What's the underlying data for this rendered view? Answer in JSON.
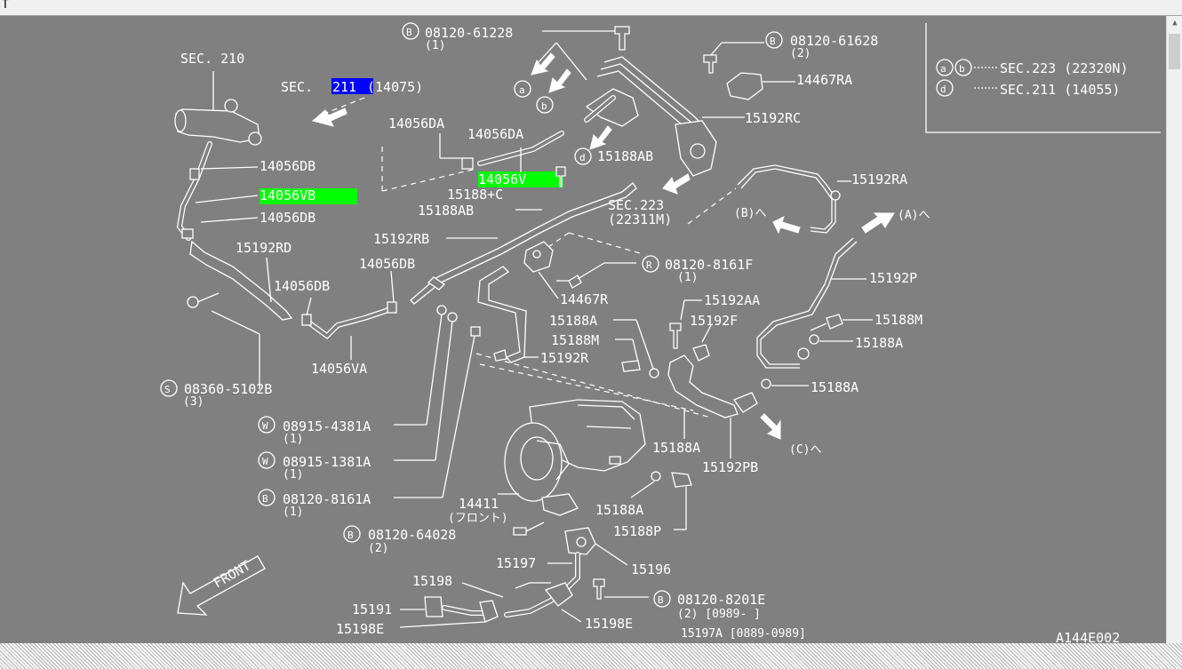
{
  "window": {
    "corner_glyph": "T"
  },
  "diagram": {
    "figure_code": "A144E002",
    "front_label": "FRONT",
    "legend": [
      {
        "symbols": "ⓐⓑ",
        "text": "SEC.223 (22320N)"
      },
      {
        "symbols": "ⓓ",
        "text": "SEC.211 (14055)"
      }
    ],
    "sections": {
      "sec210": "SEC. 210",
      "sec211_prefix": "SEC.",
      "sec211_highlight": "211",
      "sec211_suffix": "(14075)",
      "sec223": "SEC.223",
      "sec223_code": "(22311M)"
    },
    "highlights": {
      "part_14056VB": "14056VB",
      "part_14056V": "14056V"
    },
    "markers": {
      "B": "B",
      "R": "R",
      "S": "S",
      "W": "W",
      "a": "a",
      "b": "b",
      "d": "d",
      "A_to": "(A)へ",
      "B_from": "(B)へ",
      "C_to": "(C)へ"
    },
    "labels": {
      "p_08120_61228": "08120-61228",
      "q_08120_61228": "(1)",
      "p_08120_61628": "08120-61628",
      "q_08120_61628": "(2)",
      "p_14467RA": "14467RA",
      "p_15192RC": "15192RC",
      "p_14056DA_1": "14056DA",
      "p_14056DA_2": "14056DA",
      "p_14056DB_1": "14056DB",
      "p_14056DB_2": "14056DB",
      "p_14056DB_3": "14056DB",
      "p_14056DB_4": "14056DB",
      "p_15188AB_1": "15188AB",
      "p_15188AB_2": "15188AB",
      "p_15188C": "15188+C",
      "p_15192RA": "15192RA",
      "p_15192RB": "15192RB",
      "p_15192RD": "15192RD",
      "p_08120_8161F": "08120-8161F",
      "q_08120_8161F": "(1)",
      "p_14467R": "14467R",
      "p_15192P": "15192P",
      "p_15192AA": "15192AA",
      "p_15192F": "15192F",
      "p_15188M_1": "15188M",
      "p_15188M_2": "15188M",
      "p_15188A_1": "15188A",
      "p_15188A_2": "15188A",
      "p_15188A_3": "15188A",
      "p_15188A_4": "15188A",
      "p_15188A_5": "15188A",
      "p_15192R": "15192R",
      "p_14056VA": "14056VA",
      "p_08360_5102B": "08360-5102B",
      "q_08360_5102B": "(3)",
      "p_08915_4381A": "08915-4381A",
      "q_08915_4381A": "(1)",
      "p_08915_1381A": "08915-1381A",
      "q_08915_1381A": "(1)",
      "p_08120_8161A": "08120-8161A",
      "q_08120_8161A": "(1)",
      "p_14411": "14411",
      "p_14411_sub": "(フロント)",
      "p_15192PB": "15192PB",
      "p_15188P": "15188P",
      "p_08120_64028": "08120-64028",
      "q_08120_64028": "(2)",
      "p_15197": "15197",
      "p_15196": "15196",
      "p_15198": "15198",
      "p_15191": "15191",
      "p_15198E_1": "15198E",
      "p_15198E_2": "15198E",
      "p_08120_8201E": "08120-8201E",
      "q_08120_8201E": "(2) [0989-      ]",
      "p_15197A": "15197A  [0889-0989]"
    }
  }
}
